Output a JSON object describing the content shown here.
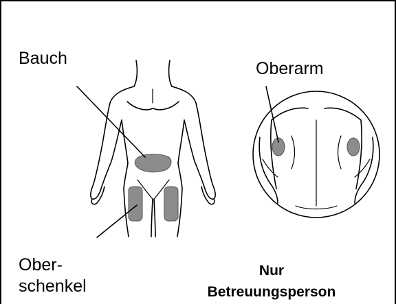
{
  "labels": {
    "abdomen": "Bauch",
    "upper_arm": "Oberarm",
    "thigh_line1": "Ober-",
    "thigh_line2": "schenkel"
  },
  "note": {
    "line1": "Nur",
    "line2": "Betreuungsperson"
  },
  "colors": {
    "injection_zone": "#8c8c8c",
    "outline": "#000000",
    "background": "#ffffff"
  }
}
